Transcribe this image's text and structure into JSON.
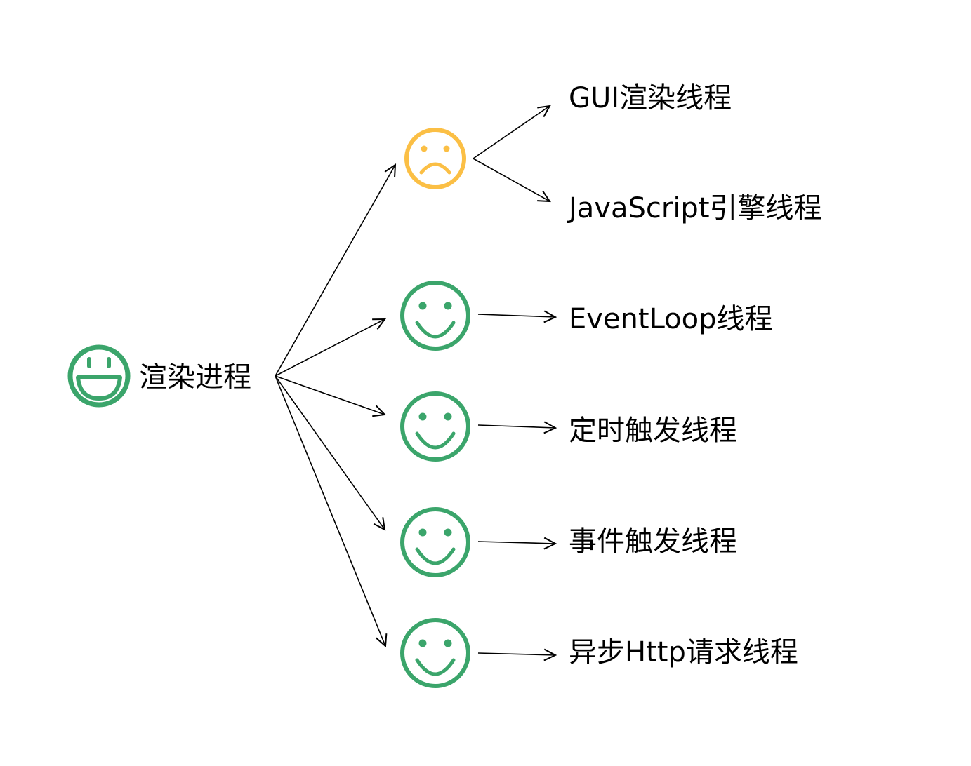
{
  "root": {
    "label": "渲染进程",
    "icon": "grin-face-icon",
    "color": "#3ba56b"
  },
  "colors": {
    "happy": "#3ba56b",
    "sad": "#fbbf45",
    "arrow": "#000000"
  },
  "threads": [
    {
      "label": "GUI渲染线程",
      "icon": "sad-face-icon",
      "group": "shared"
    },
    {
      "label": "JavaScript引擎线程",
      "icon": "sad-face-icon",
      "group": "shared"
    },
    {
      "label": "EventLoop线程",
      "icon": "smile-face-icon"
    },
    {
      "label": "定时触发线程",
      "icon": "smile-face-icon"
    },
    {
      "label": "事件触发线程",
      "icon": "smile-face-icon"
    },
    {
      "label": "异步Http请求线程",
      "icon": "smile-face-icon"
    }
  ]
}
